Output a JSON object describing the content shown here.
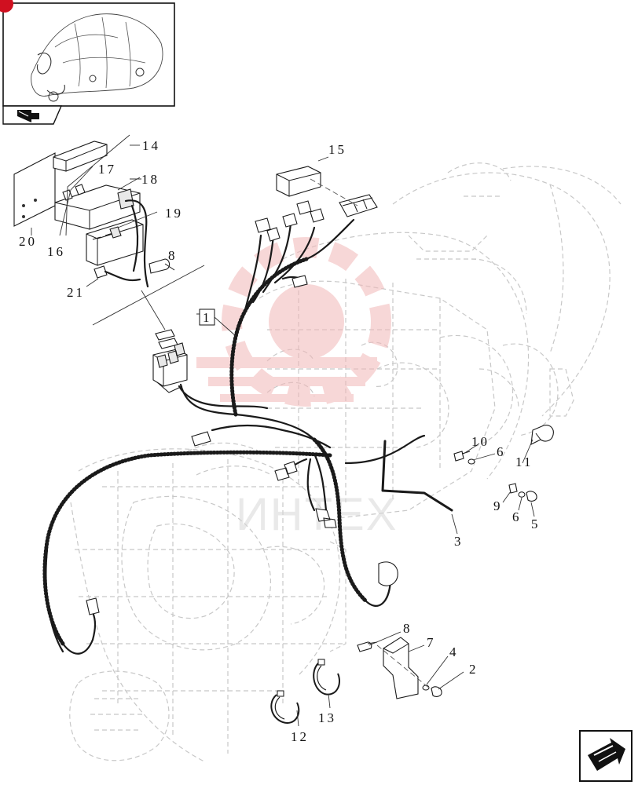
{
  "callouts": {
    "c14": "14",
    "c17": "17",
    "c18": "18",
    "c19": "19",
    "c20": "20",
    "c16": "16",
    "c8a": "8",
    "c21": "21",
    "c15": "15",
    "c1": "1",
    "c10": "10",
    "c6a": "6",
    "c11": "11",
    "c9": "9",
    "c6b": "6",
    "c5": "5",
    "c3": "3",
    "c8b": "8",
    "c7": "7",
    "c4": "4",
    "c2": "2",
    "c13": "13",
    "c12": "12"
  },
  "watermark": {
    "text": "ИНТЕХ",
    "color": "#e0e0e0",
    "logo_color": "#f2b8b8"
  },
  "colors": {
    "line": "#1a1a1a",
    "ghost": "#c8c8c8",
    "badge": "#d01020"
  },
  "icons": {
    "thumbnail_nav": "arrow-right-icon",
    "next_page": "arrow-next-icon"
  }
}
